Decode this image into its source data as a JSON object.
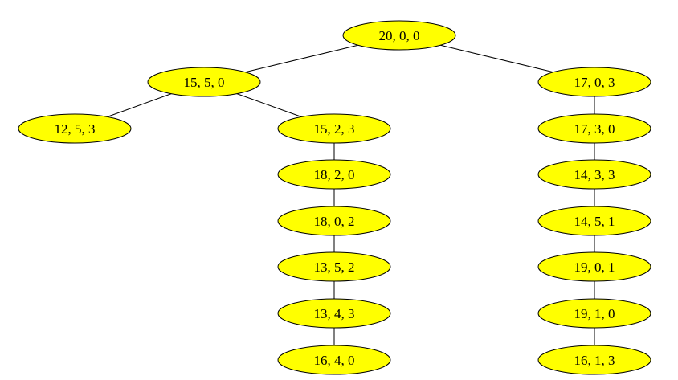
{
  "tree": {
    "nodes": [
      {
        "id": "n0",
        "label": "20, 0, 0"
      },
      {
        "id": "n1",
        "label": "15, 5, 0"
      },
      {
        "id": "n2",
        "label": "17, 0, 3"
      },
      {
        "id": "n3",
        "label": "12, 5, 3"
      },
      {
        "id": "n4",
        "label": "15, 2, 3"
      },
      {
        "id": "n5",
        "label": "18, 2, 0"
      },
      {
        "id": "n6",
        "label": "18, 0, 2"
      },
      {
        "id": "n7",
        "label": "13, 5, 2"
      },
      {
        "id": "n8",
        "label": "13, 4, 3"
      },
      {
        "id": "n9",
        "label": "16, 4, 0"
      },
      {
        "id": "n10",
        "label": "17, 3, 0"
      },
      {
        "id": "n11",
        "label": "14, 3, 3"
      },
      {
        "id": "n12",
        "label": "14, 5, 1"
      },
      {
        "id": "n13",
        "label": "19, 0, 1"
      },
      {
        "id": "n14",
        "label": "19, 1, 0"
      },
      {
        "id": "n15",
        "label": "16, 1, 3"
      }
    ],
    "edges": [
      [
        "n0",
        "n1"
      ],
      [
        "n0",
        "n2"
      ],
      [
        "n1",
        "n3"
      ],
      [
        "n1",
        "n4"
      ],
      [
        "n4",
        "n5"
      ],
      [
        "n5",
        "n6"
      ],
      [
        "n6",
        "n7"
      ],
      [
        "n7",
        "n8"
      ],
      [
        "n8",
        "n9"
      ],
      [
        "n2",
        "n10"
      ],
      [
        "n10",
        "n11"
      ],
      [
        "n11",
        "n12"
      ],
      [
        "n12",
        "n13"
      ],
      [
        "n13",
        "n14"
      ],
      [
        "n14",
        "n15"
      ]
    ]
  },
  "colors": {
    "node_fill": "#ffff00",
    "node_stroke": "#000000",
    "edge": "#000000",
    "background": "#ffffff"
  }
}
